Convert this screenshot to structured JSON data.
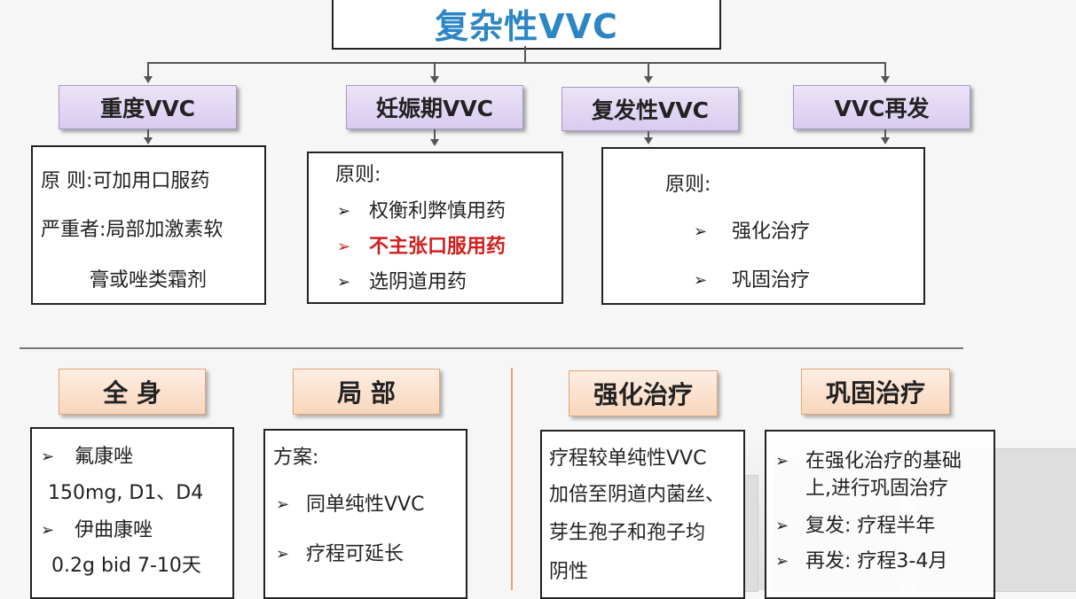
{
  "title": "复杂性VVC",
  "categories": [
    "重度VVC",
    "妊娠期VVC",
    "复发性VVC",
    "VVC再发"
  ],
  "severe": {
    "line1": "原  则:可加用口服药",
    "line2": "严重者:局部加激素软",
    "line3": "膏或唑类霜剂"
  },
  "pregnancy": {
    "heading": "原则:",
    "item1": "权衡利弊慎用药",
    "item2": "不主张口服用药",
    "item3": "选阴道用药"
  },
  "recurrent": {
    "heading": "原则:",
    "item1": "强化治疗",
    "item2": "巩固治疗"
  },
  "bullet": "➢",
  "treatments": [
    "全  身",
    "局  部",
    "强化治疗",
    "巩固治疗"
  ],
  "systemic": {
    "drug1": "氟康唑",
    "dose1": "150mg, D1、D4",
    "drug2": "伊曲康唑",
    "dose2": "0.2g bid 7-10天"
  },
  "local": {
    "heading": "方案:",
    "item1": "同单纯性VVC",
    "item2": "疗程可延长"
  },
  "intensive": {
    "line1": "疗程较单纯性VVC",
    "line2": "加倍至阴道内菌丝、",
    "line3": "芽生孢子和孢子均",
    "line4": "阴性"
  },
  "consolidation": {
    "item1a": "在强化治疗的基础",
    "item1b": "上,进行巩固治疗",
    "item2": "复发:  疗程半年",
    "item3": "再发:  疗程3-4月"
  },
  "colors": {
    "title": "#2d86c4",
    "highlight": "#d21d1d",
    "purple_box": "#d9cbef",
    "orange_box": "#f8d6bc"
  }
}
